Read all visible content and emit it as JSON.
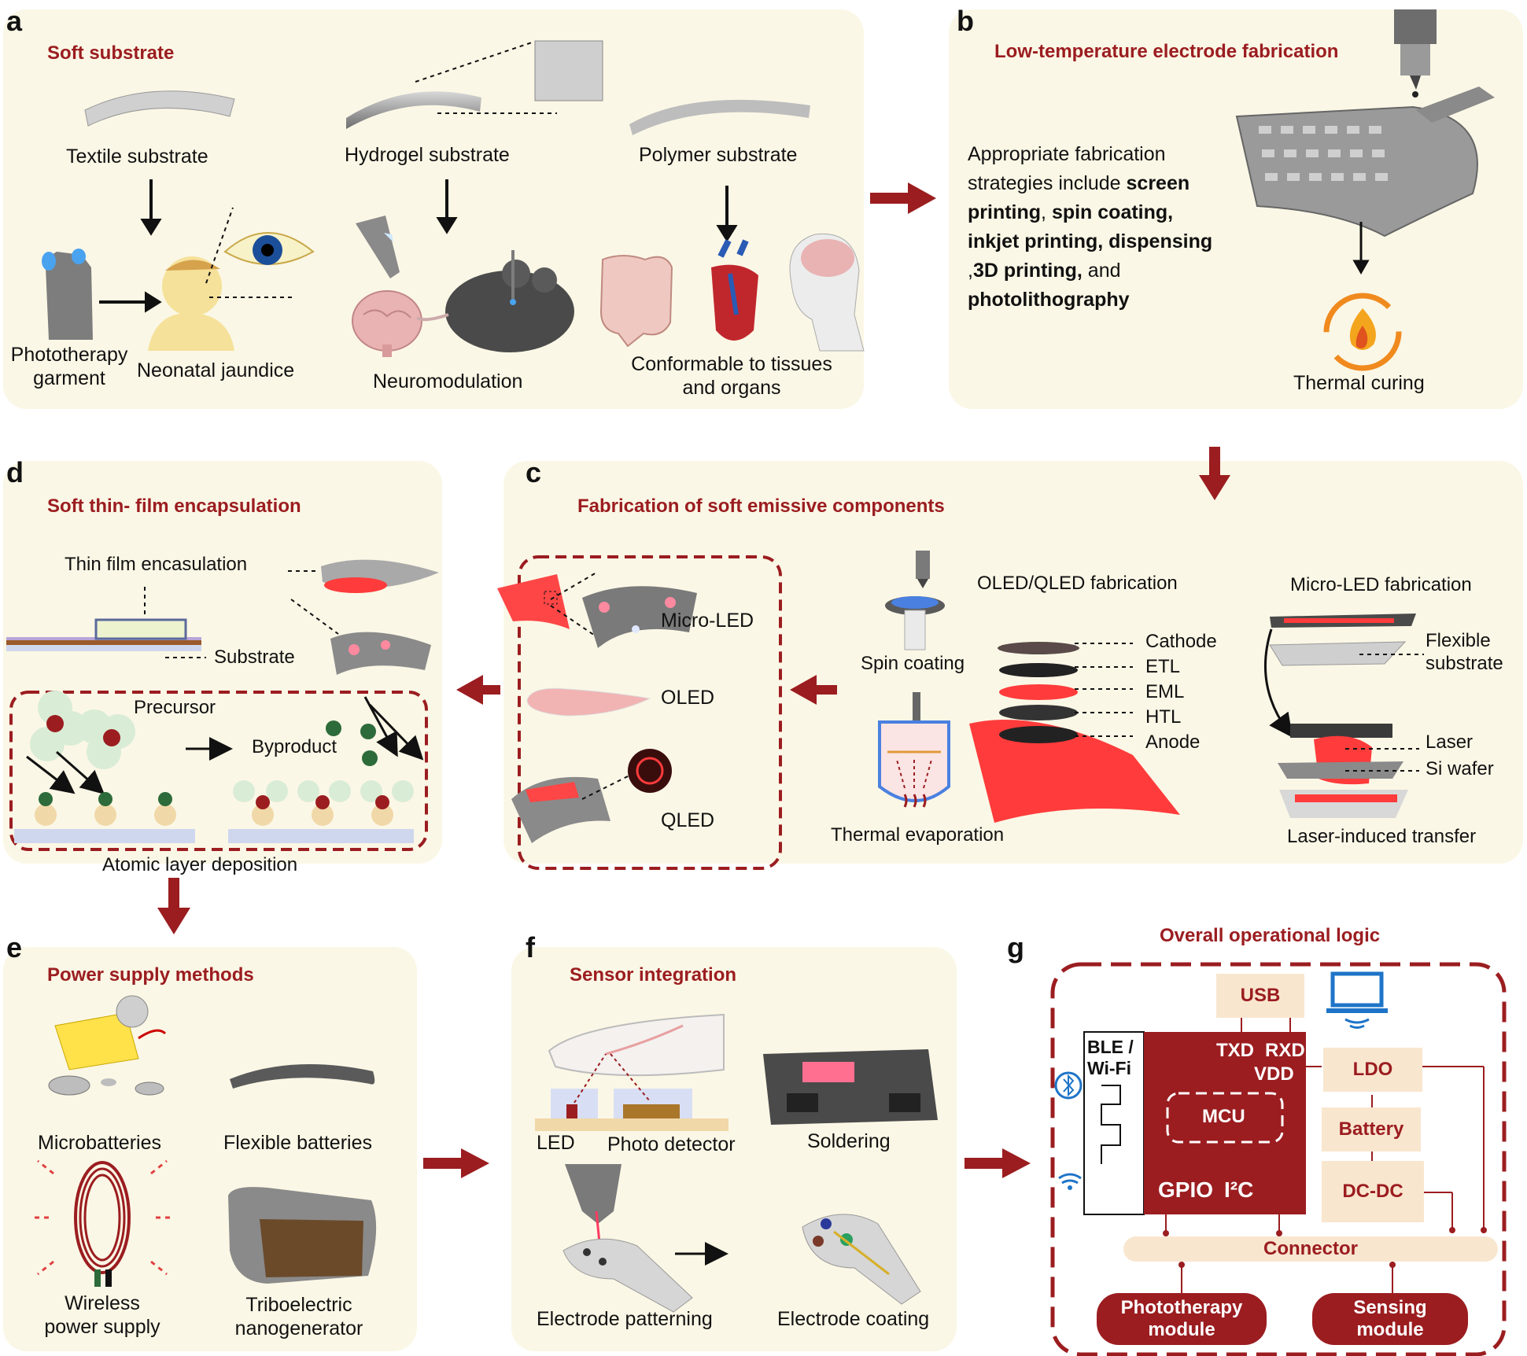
{
  "panels": {
    "a": {
      "letter": "a",
      "title": "Soft substrate",
      "textile": "Textile substrate",
      "hydrogel": "Hydrogel substrate",
      "polymer": "Polymer substrate",
      "garment": "Phototherapy\ngarment",
      "jaundice": "Neonatal jaundice",
      "neuro": "Neuromodulation",
      "conform": "Conformable to tissues\nand organs"
    },
    "b": {
      "letter": "b",
      "title": "Low-temperature electrode fabrication",
      "text_parts": [
        "Appropriate fabrication strategies include ",
        "screen printing",
        ",  ",
        "spin coating, inkjet printing, dispensing",
        " ,",
        "3D printing,",
        " and ",
        "photolithography"
      ],
      "curing": "Thermal curing"
    },
    "c": {
      "letter": "c",
      "title": "Fabrication of  soft emissive  components",
      "micro_led": "Micro-LED",
      "oled": "OLED",
      "qled": "QLED",
      "oled_qled_fab": "OLED/QLED fabrication",
      "spin": "Spin coating",
      "thermal_evap": "Thermal evaporation",
      "layers": [
        "Cathode",
        "ETL",
        "EML",
        "HTL",
        "Anode"
      ],
      "micro_led_fab": "Micro-LED fabrication",
      "flexible": "Flexible\nsubstrate",
      "laser": "Laser",
      "si": "Si wafer",
      "lit": "Laser-induced transfer"
    },
    "d": {
      "letter": "d",
      "title": "Soft thin- film encapsulation",
      "thin_film": "Thin film encasulation",
      "substrate": "Substrate",
      "precursor": "Precursor",
      "byproduct": "Byproduct",
      "ald": "Atomic layer deposition"
    },
    "e": {
      "letter": "e",
      "title": "Power supply methods",
      "micro": "Microbatteries",
      "flex": "Flexible batteries",
      "wireless": "Wireless\npower supply",
      "teng": "Triboelectric\nnanogenerator"
    },
    "f": {
      "letter": "f",
      "title": "Sensor integration",
      "led": "LED",
      "pd": "Photo detector",
      "solder": "Soldering",
      "patterning": "Electrode patterning",
      "coating": "Electrode coating"
    },
    "g": {
      "letter": "g",
      "title": "Overall operational logic",
      "usb": "USB",
      "ble": "BLE /\nWi-Fi",
      "txd": "TXD",
      "rxd": "RXD",
      "vdd": "VDD",
      "mcu": "MCU",
      "gpio": "GPIO",
      "i2c": "I²C",
      "ldo": "LDO",
      "battery": "Battery",
      "dcdc": "DC-DC",
      "connector": "Connector",
      "photo_module": "Phototherapy\nmodule",
      "sensing_module": "Sensing\nmodule"
    }
  },
  "colors": {
    "accent": "#9b1d20",
    "panel_bg": "#fbf7e6",
    "box_bg": "#f9e6cf",
    "led_red": "#ff3b3b"
  }
}
